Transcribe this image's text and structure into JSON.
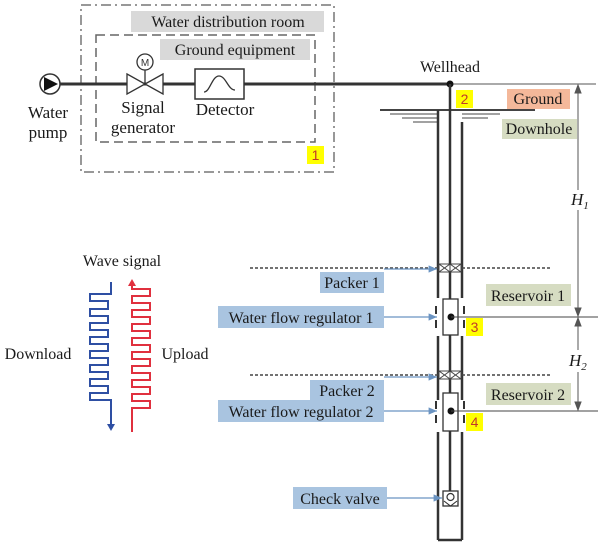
{
  "colors": {
    "line": "#333333",
    "thin": "#555555",
    "grey_label_bg": "#d9d9d9",
    "ground_bg": "#f4b89a",
    "green_bg": "#d6dcc2",
    "blue_bg": "#a9c4e0",
    "blue_arrow": "#6b94c2",
    "badge_bg": "#ffff00",
    "badge_text": "#c0392b",
    "download": "#2e4fa3",
    "upload": "#e0303e"
  },
  "surface": {
    "room_label": "Water distribution room",
    "equipment_label": "Ground equipment",
    "pump_label_line1": "Water",
    "pump_label_line2": "pump",
    "generator_label_line1": "Signal",
    "generator_label_line2": "generator",
    "motor_symbol": "M",
    "detector_label": "Detector",
    "wellhead_label": "Wellhead",
    "ground_label": "Ground",
    "downhole_label": "Downhole"
  },
  "badges": [
    "1",
    "2",
    "3",
    "4"
  ],
  "wave": {
    "title": "Wave signal",
    "download_label": "Download",
    "upload_label": "Upload"
  },
  "downhole": {
    "packer1": "Packer 1",
    "packer2": "Packer 2",
    "regulator1": "Water flow regulator 1",
    "regulator2": "Water flow regulator 2",
    "check_valve": "Check valve",
    "reservoir1": "Reservoir 1",
    "reservoir2": "Reservoir 2",
    "h1": "H",
    "h1_sub": "1",
    "h2": "H",
    "h2_sub": "2"
  }
}
